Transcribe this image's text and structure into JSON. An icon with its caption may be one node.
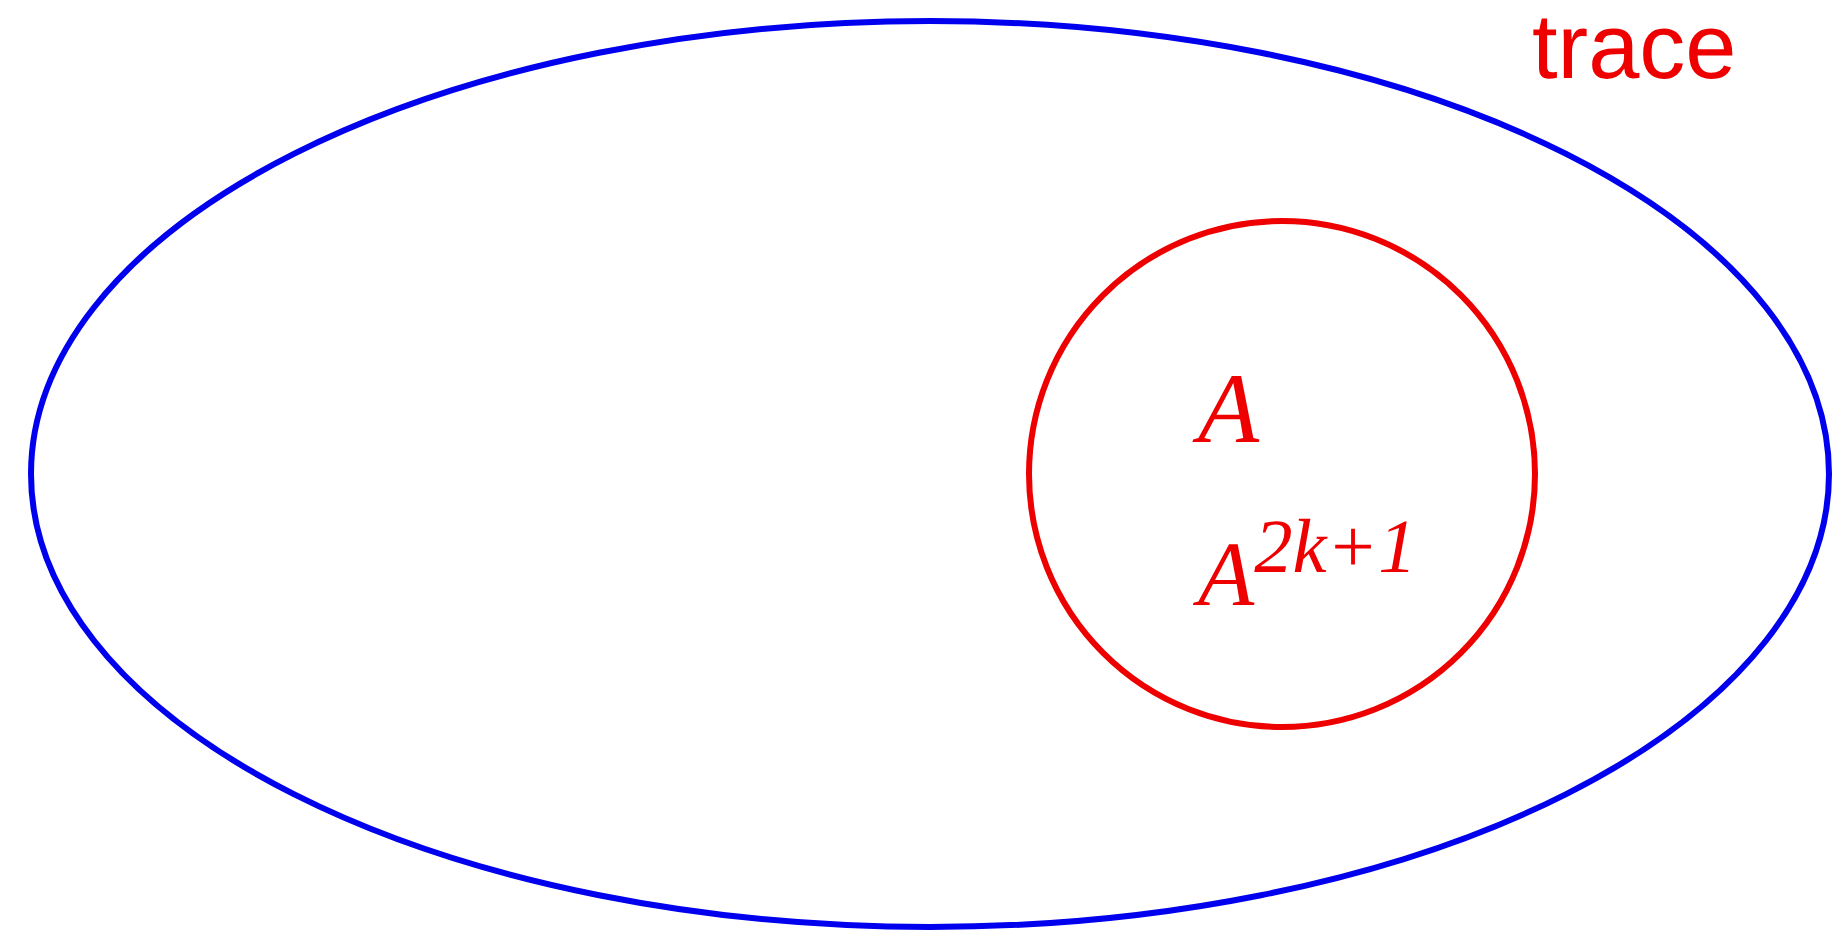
{
  "diagram": {
    "nodes": [
      {
        "text": [],
        "shape": "ellipse"
      },
      {
        "text": [
          "A",
          "A$^{2k+1}$"
        ],
        "in": 0
      }
    ],
    "labels": [
      "trace"
    ]
  }
}
